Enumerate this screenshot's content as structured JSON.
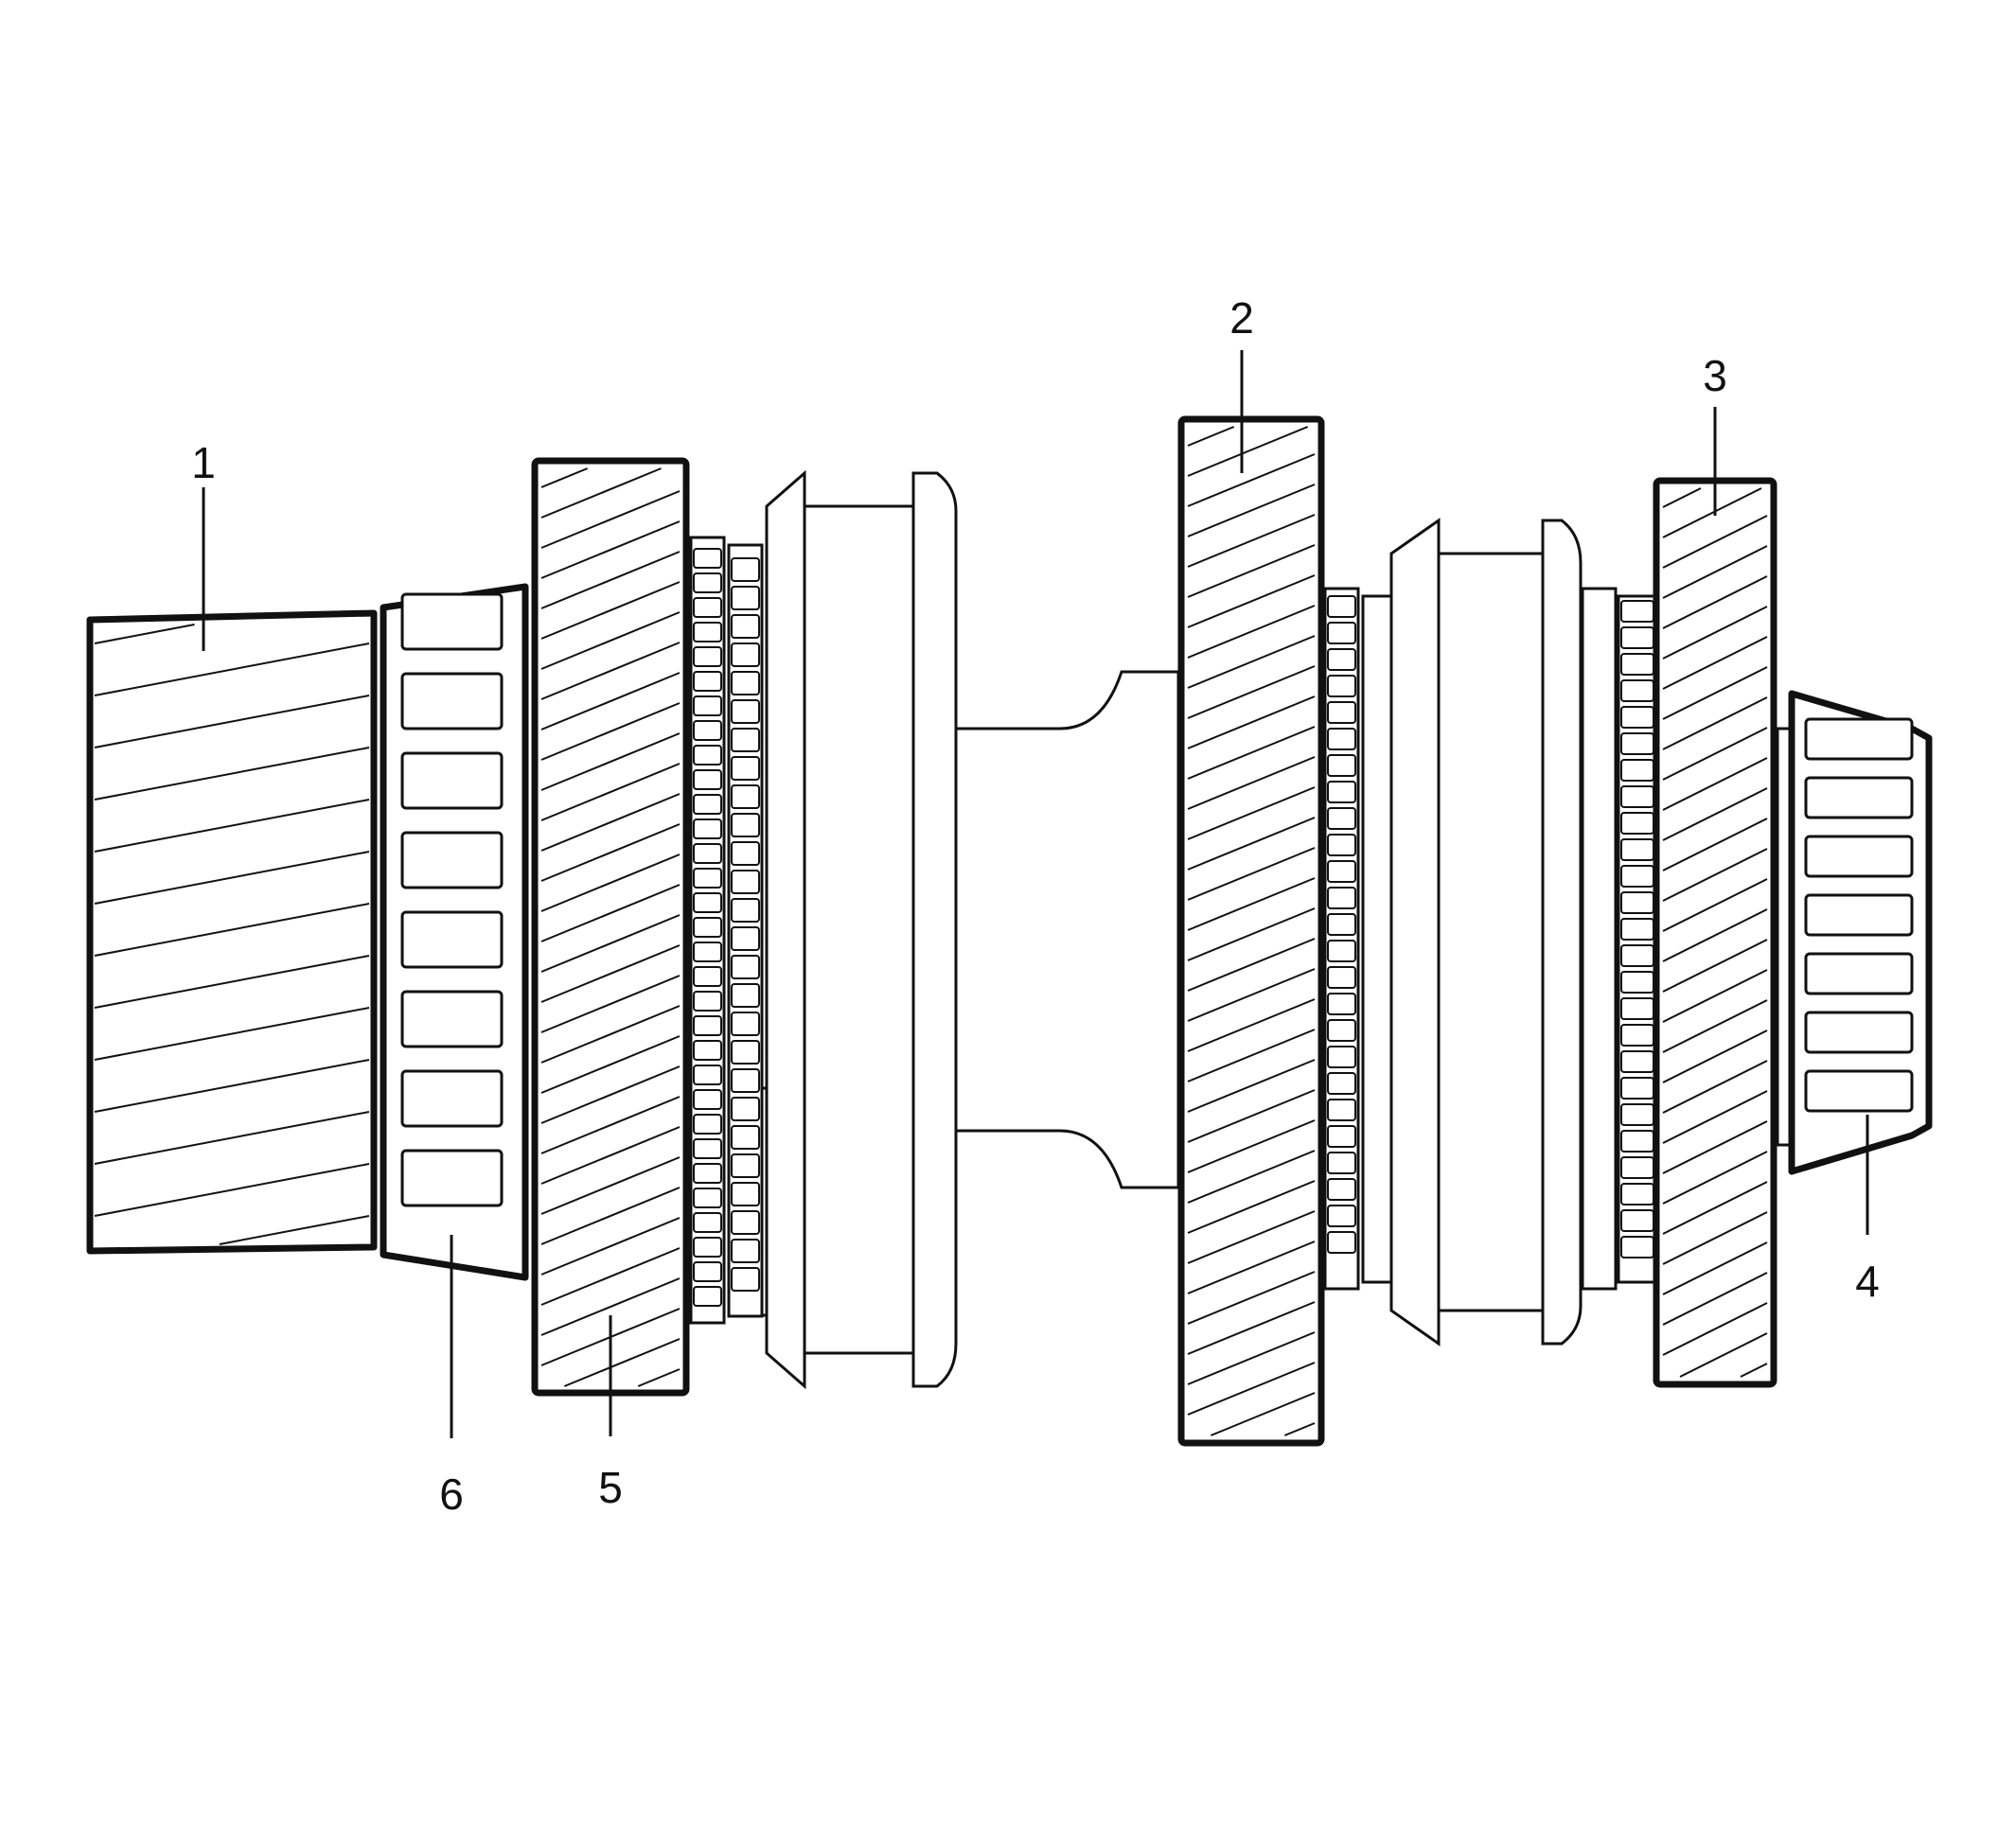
{
  "callouts": {
    "c1": {
      "label": "1",
      "part": "helical-gear-input"
    },
    "c2": {
      "label": "2",
      "part": "helical-gear-center"
    },
    "c3": {
      "label": "3",
      "part": "helical-gear-right"
    },
    "c4": {
      "label": "4",
      "part": "tapered-roller-bearing-right"
    },
    "c5": {
      "label": "5",
      "part": "helical-gear-left"
    },
    "c6": {
      "label": "6",
      "part": "tapered-roller-bearing-left"
    }
  },
  "colors": {
    "line": "#111111",
    "background": "#ffffff"
  }
}
